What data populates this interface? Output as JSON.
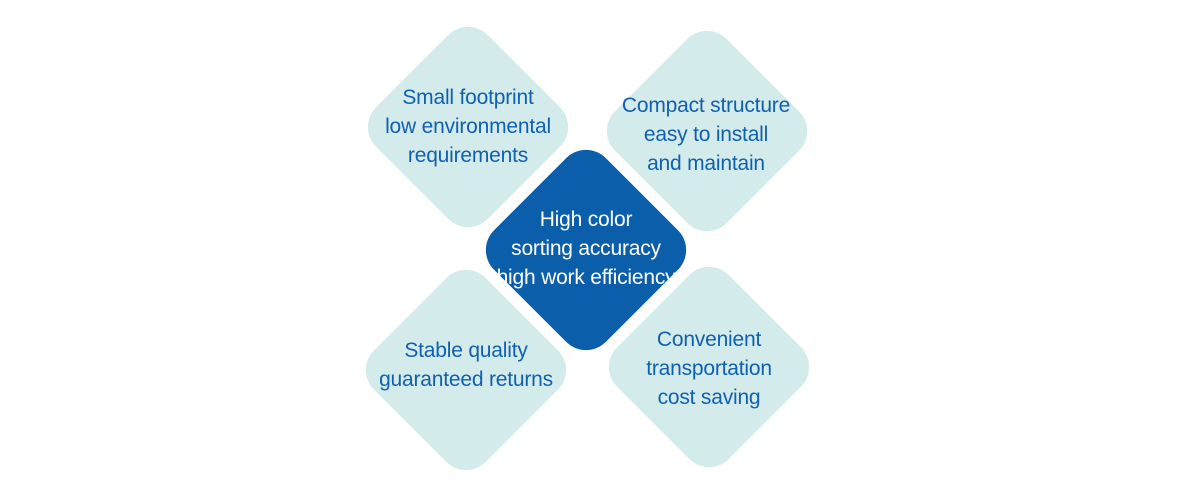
{
  "diagram": {
    "center": {
      "lines": [
        "High color",
        "sorting accuracy",
        "high work efficiency"
      ]
    },
    "top_left": {
      "lines": [
        "Small footprint",
        "low environmental",
        "requirements"
      ]
    },
    "top_right": {
      "lines": [
        "Compact structure",
        "easy to install",
        "and maintain"
      ]
    },
    "bottom_left": {
      "lines": [
        "Stable quality",
        "guaranteed returns"
      ]
    },
    "bottom_right": {
      "lines": [
        "Convenient",
        "transportation",
        "cost saving"
      ]
    },
    "colors": {
      "light_diamond": "#d4ebeb",
      "center_diamond": "#0b5eaa",
      "text_blue": "#1060b0",
      "text_white": "#ffffff"
    }
  }
}
